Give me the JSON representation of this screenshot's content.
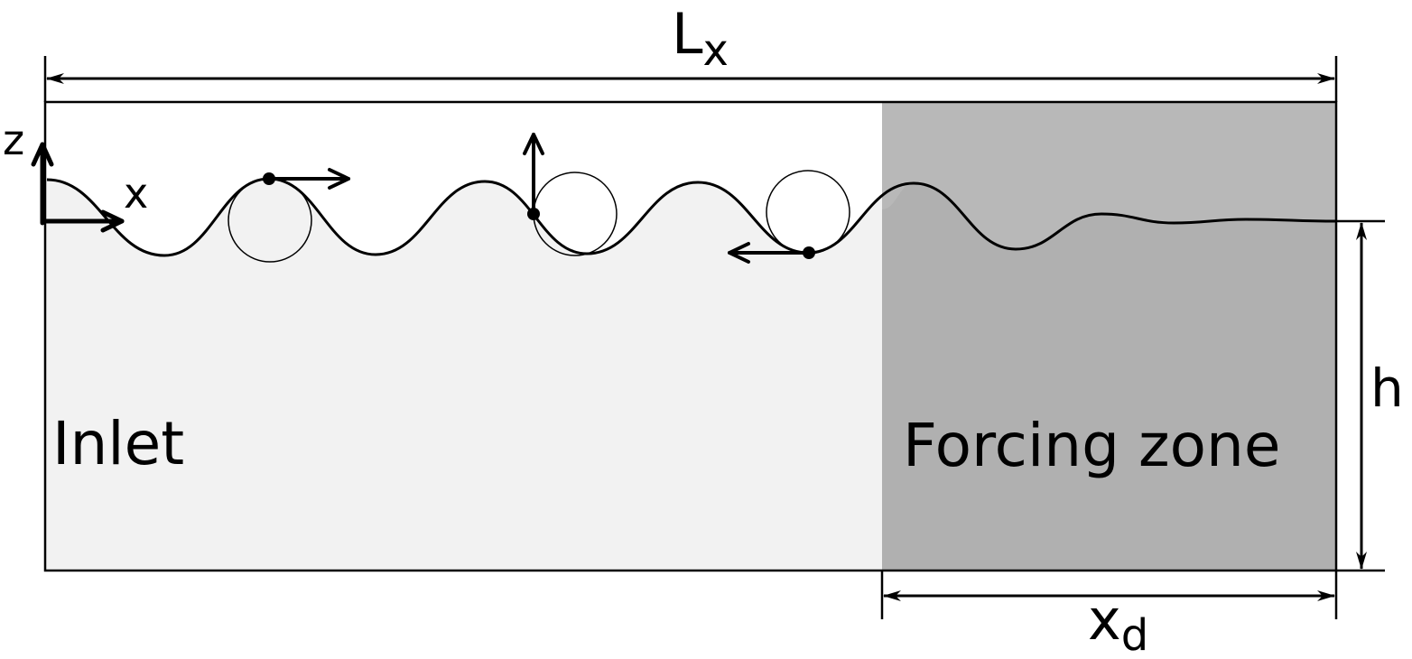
{
  "labels": {
    "length_main": "L",
    "length_sub": "x",
    "axis_z": "z",
    "axis_x": "x",
    "height": "h",
    "inlet": "Inlet",
    "forcing_zone": "Forcing zone",
    "damping_main": "x",
    "damping_sub": "d"
  },
  "colors": {
    "fluid": "#f2f2f2",
    "forcing_zone_water": "#b0b0b0",
    "forcing_zone_air": "#b8b8b8",
    "stroke": "#000000"
  }
}
